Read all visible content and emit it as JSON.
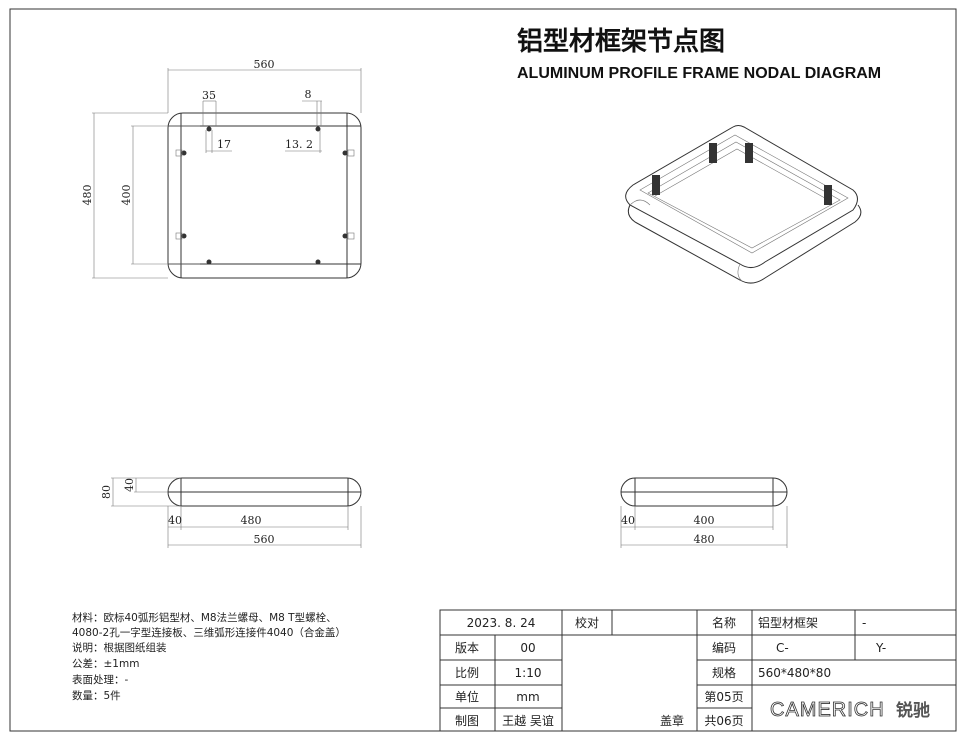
{
  "title": {
    "cn": "铝型材框架节点图",
    "en": "ALUMINUM PROFILE FRAME NODAL DIAGRAM"
  },
  "top_view": {
    "dims": {
      "width": "560",
      "height": "480",
      "inner_height": "400",
      "d35": "35",
      "d17": "17",
      "d8": "8",
      "d13_2": "13. 2"
    }
  },
  "side_view_long": {
    "dims": {
      "height": "80",
      "half": "40",
      "cap": "40",
      "mid": "480",
      "total": "560"
    }
  },
  "side_view_short": {
    "dims": {
      "cap": "40",
      "mid": "400",
      "total": "480"
    }
  },
  "notes": [
    "材料：欧标40弧形铝型材、M8法兰螺母、M8 T型螺栓、",
    "4080-2孔一字型连接板、三维弧形连接件4040（合金盖）",
    "说明：根据图纸组装",
    "公差：±1mm",
    "表面处理：-",
    "数量：5件"
  ],
  "title_block": {
    "date": "2023. 8. 24",
    "proofread_label": "校对",
    "version_label": "版本",
    "version": "00",
    "scale_label": "比例",
    "scale": "1:10",
    "unit_label": "单位",
    "unit": "mm",
    "drawn_label": "制图",
    "drawn_by": "王越  吴谊",
    "seal_label": "盖章",
    "name_label": "名称",
    "name": "铝型材框架",
    "name_extra": "-",
    "code_label": "编码",
    "code_c": "C-",
    "code_y": "Y-",
    "spec_label": "规格",
    "spec": "560*480*80",
    "page": "第05页",
    "total_pages": "共06页",
    "logo_en": "CAMERICH",
    "logo_cn": "锐驰"
  }
}
